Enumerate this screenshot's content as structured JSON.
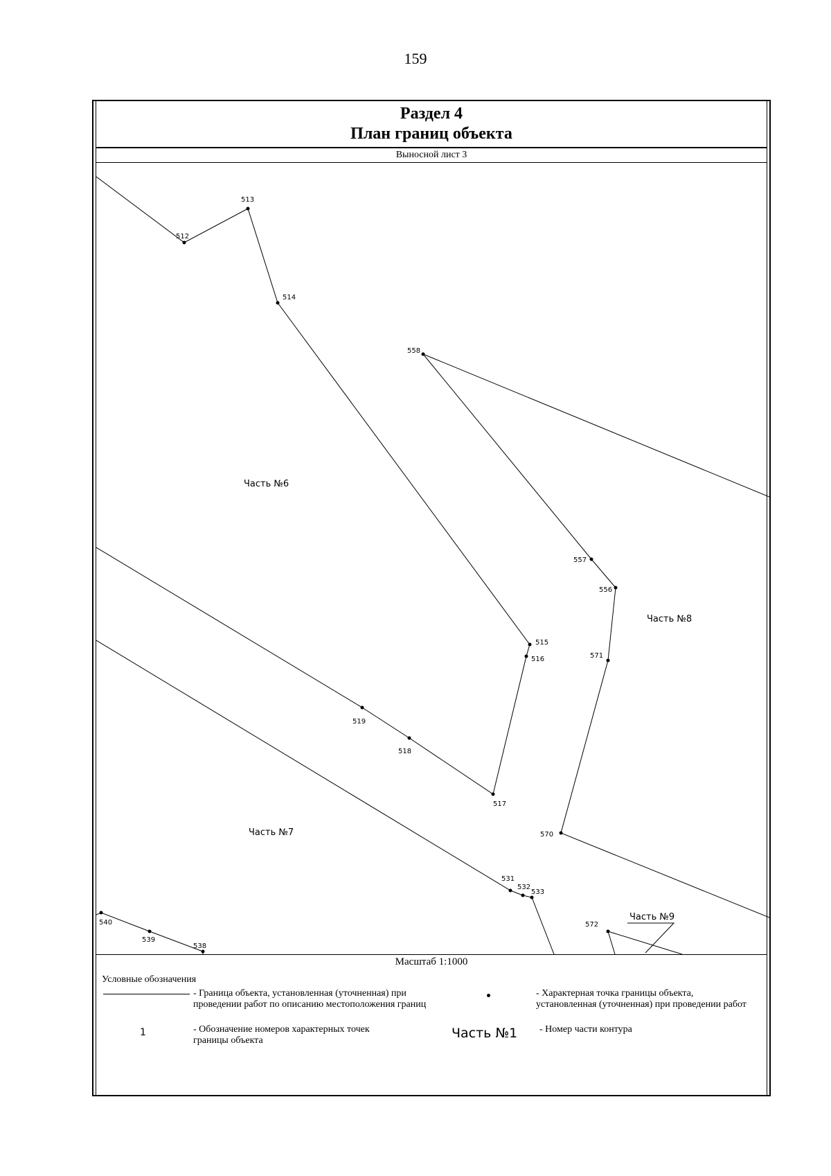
{
  "page": {
    "number": "159"
  },
  "header": {
    "section": "Раздел 4",
    "title": "План границ объекта",
    "sheet": "Выносной лист 3"
  },
  "map": {
    "scale": "Масштаб 1:1000",
    "parts": [
      {
        "id": "part6",
        "label": "Часть №6"
      },
      {
        "id": "part7",
        "label": "Часть №7"
      },
      {
        "id": "part8",
        "label": "Часть №8"
      },
      {
        "id": "part9",
        "label": "Часть №9"
      }
    ],
    "points": [
      "512",
      "513",
      "514",
      "515",
      "516",
      "517",
      "518",
      "519",
      "531",
      "532",
      "533",
      "538",
      "539",
      "540",
      "556",
      "557",
      "558",
      "570",
      "571",
      "572"
    ]
  },
  "legend": {
    "title": "Условные обозначения",
    "boundary_text": "- Граница  объекта, установленная (уточненная) при проведении работ по описанию местоположения границ",
    "point_text": "- Характерная точка границы объекта, установленная (уточненная) при проведении работ",
    "number_sample": "1",
    "number_text": "- Обозначение номеров характерных точек границы объекта",
    "part_sample": "Часть №1",
    "part_text": "- Номер части контура"
  }
}
